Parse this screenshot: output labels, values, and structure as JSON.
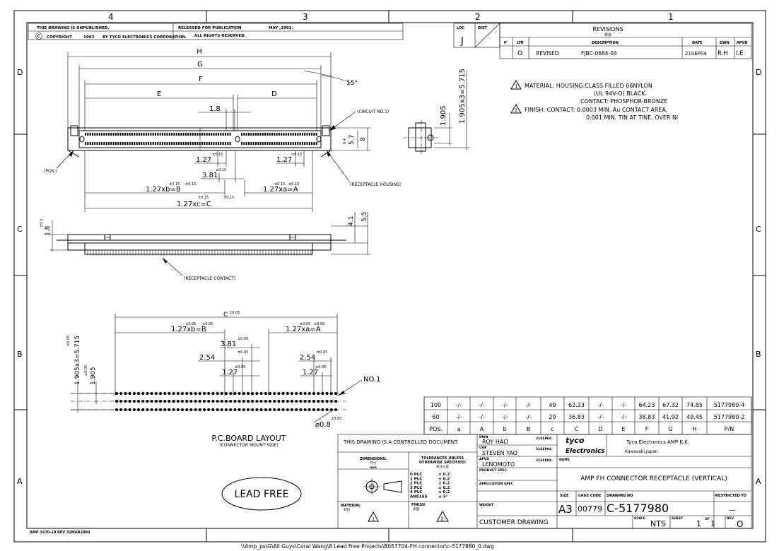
{
  "zones": {
    "columns": [
      "4",
      "3",
      "2",
      "1"
    ],
    "rows": [
      "D",
      "C",
      "B",
      "A"
    ]
  },
  "header_notes": {
    "unpublished": "THIS DRAWING IS UNPUBLISHED.",
    "released": "RELEASED FOR PUBLICATION",
    "release_date": "MAY ,1993.",
    "rights": "ALL RIGHTS RESERVED.",
    "copyright": "COPYRIGHT",
    "copyright_year": "1993",
    "copyright_by": "BY TYCO ELECTRONICS CORPORATION."
  },
  "loc_dist": {
    "loc_label": "LOC",
    "loc_value": "J",
    "dist_label": "DIST"
  },
  "revisions": {
    "title": "REVISIONS",
    "title_sub": "修改",
    "headers": [
      "P",
      "LTR",
      "DESCRIPTION",
      "DATE",
      "DWN",
      "APVD"
    ],
    "row": {
      "ltr": "O",
      "desc1": "REVISED",
      "desc2": "FJBC-0684-04",
      "date": "21SEP04",
      "dwn": "R.H",
      "apvd": "I.E"
    }
  },
  "notes": {
    "n1_num": "1",
    "n1_line1": "MATERIAL: HOUSING:CLASS FILLED 66NYLON",
    "n1_line2": "(UL 94V-O) BLACK.",
    "n1_line3": "CONTACT: PHOSPHOR-BRONZE",
    "n2_num": "2",
    "n2_line1": "FINISH: CONTACT: 0.0003 MIN. Au CONTACT AREA,",
    "n2_line2": "0.001 MIN. TIN AT TINE, OVER Ni"
  },
  "dims_top": {
    "H": "H",
    "G": "G",
    "F": "F",
    "E": "E",
    "D": "D",
    "angle": "15°",
    "d18": "1.8",
    "d127a": "1.27",
    "d127b": "1.27",
    "tol015": "±0.15",
    "d381": "3.81",
    "xb": "1.27xb=B",
    "xa": "1.27xa=A",
    "xc": "1.27xc=C",
    "h57": "5.7",
    "h8": "8",
    "h04": "0.4",
    "v1905": "1.905",
    "v1905x3": "1.905x3=5.715",
    "circuit_no1": "(CIRCUIT NO.1)",
    "pos": "(POS.)",
    "receptacle_housing": "(RECEPTACLE HOUSING)"
  },
  "dims_side": {
    "v18": "1.8",
    "v03": "±0.3",
    "v41": "4.1",
    "v55": "5.5",
    "receptacle_contact": "(RECEPTACLE CONTACT)"
  },
  "dims_pcb": {
    "C": "C",
    "tol005": "±0.05",
    "xb": "1.27xb=B",
    "xa": "1.27xa=A",
    "d381": "3.81",
    "d254a": "2.54",
    "d254b": "2.54",
    "d127a": "1.27",
    "d127b": "1.27",
    "v5715": "1.905x3=5.715",
    "v1905": "1.905",
    "no1": "NO.1",
    "hole": "⌀0.8",
    "title": "P.C.BOARD LAYOUT",
    "subtitle": "(CONNECTOR MOUNT SIDE)"
  },
  "lead_free": "LEAD FREE",
  "dim_table": {
    "rows": [
      [
        "100",
        "-/-",
        "-/-",
        "-/-",
        "-/-",
        "49",
        "62.23",
        "-/-",
        "-/-",
        "64.23",
        "67.32",
        "74.85",
        "5177980-4"
      ],
      [
        "60",
        "-/-",
        "-/-",
        "-/-",
        "-/-",
        "29",
        "36.83",
        "-/-",
        "-/-",
        "38.83",
        "41.92",
        "49.45",
        "5177980-2"
      ]
    ],
    "header": [
      "POS.",
      "a",
      "A",
      "b",
      "B",
      "c",
      "C",
      "D",
      "E",
      "F",
      "G",
      "H",
      "P/N"
    ]
  },
  "title_block": {
    "controlled": "THIS DRAWING IS A CONTROLLED DOCUMENT.",
    "dimensions_label": "DIMENSIONS:",
    "dimensions_sub": "尺寸",
    "dimensions_unit": "mm",
    "tolerances": "TOLERANCES UNLESS",
    "otherwise": "OTHERWISE SPECIFIED:",
    "tol_cn": "未注公差",
    "plc": [
      {
        "k": "0  PLC",
        "v": "± 0.2"
      },
      {
        "k": "1  PLC",
        "v": "± 0.2"
      },
      {
        "k": "2  PLC",
        "v": "± 0.2"
      },
      {
        "k": "3  PLC",
        "v": "± 0.2"
      },
      {
        "k": "4  PLC",
        "v": "± 0.2"
      },
      {
        "k": "ANGLES",
        "v": "± 3°"
      }
    ],
    "material_label": "MATERIAL",
    "material_cn": "材料",
    "material_ref": "1",
    "finish_label": "FINISH",
    "finish_cn": "表面",
    "finish_ref": "2",
    "dwn_label": "DWN",
    "dwn_name": "ROY HAO",
    "dwn_date": "21SEP04",
    "chk_label": "CHK",
    "chk_name": "STEVEN YAO",
    "chk_date": "21SEP04",
    "apvd_label": "APVD",
    "apvd_name": "LENOMOTO",
    "apvd_date": "21SEP04",
    "product_spec": "PRODUCT SPEC",
    "application_spec": "APPLICATION SPEC",
    "weight": "WEIGHT",
    "customer_drawing": "CUSTOMER DRAWING",
    "logo1": "tyco",
    "logo2": "Electronics",
    "company": "Tyco Electronics AMP K.K.",
    "location": "Kawasaki,Japan",
    "name_label": "NAME",
    "part_name": "AMP FH CONNECTOR RECEPTACLE (VERTICAL)",
    "size_label": "SIZE",
    "size": "A3",
    "cage_label": "CAGE CODE",
    "cage": "00779",
    "drawing_no_label": "DRAWING NO",
    "drawing_no": "C-5177980",
    "restricted": "RESTRICTED TO",
    "restricted_val": "—",
    "scale_label": "SCALE",
    "scale": "NTS",
    "sheet_label": "SHEET",
    "sheet": "1",
    "of_label": "OF",
    "of": "1",
    "rev_label": "REV",
    "rev": "O"
  },
  "footer": {
    "form": "AMP 1470-19 REV 31MAR2000",
    "path": "\\\\Amp_ps\\G\\All Guys\\Coral Wang\\8 Lead Free Projects\\B057704-FH connector\\c-5177980_0.dwg"
  }
}
